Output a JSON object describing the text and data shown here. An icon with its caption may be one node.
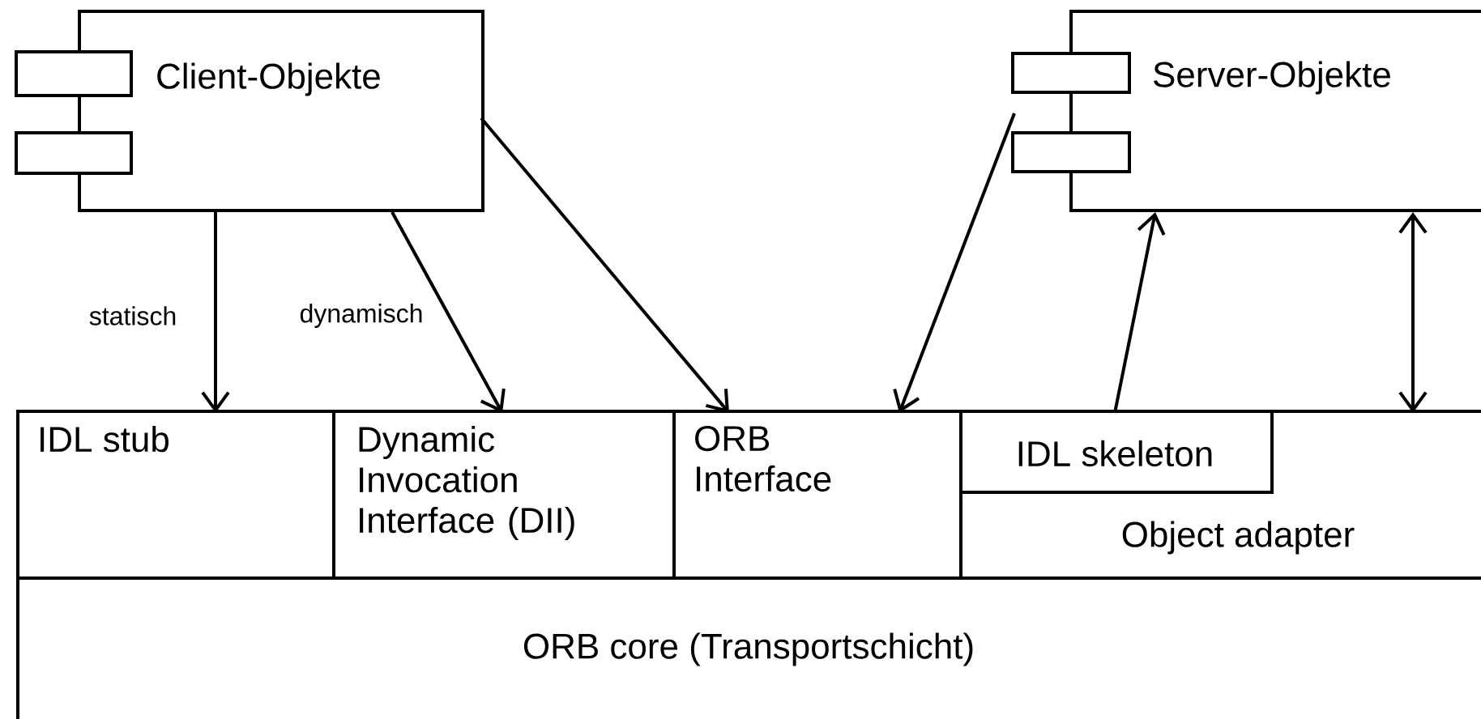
{
  "diagram": {
    "nodes": [
      {
        "text": [
          "Client-Objekte"
        ]
      },
      {
        "text": [
          "Server-Objekte"
        ]
      },
      {
        "text": [
          "IDL stub"
        ]
      },
      {
        "text": [
          "Dynamic Invocation Interface (DII)"
        ]
      },
      {
        "text": [
          "ORB Interface"
        ]
      },
      {
        "text": [
          "Object adapter"
        ]
      },
      {
        "text": [
          "IDL skeleton"
        ],
        "in": 5
      },
      {
        "text": [
          "ORB core (Transportschicht)"
        ]
      }
    ],
    "edges": [
      {
        "from": 0,
        "to": 2,
        "arrow": "to",
        "label": "statisch"
      },
      {
        "from": 0,
        "to": 3,
        "arrow": "to",
        "label": "dynamisch"
      },
      {
        "from": 0,
        "to": 4,
        "arrow": "to"
      },
      {
        "from": 1,
        "to": 4,
        "arrow": "to"
      },
      {
        "from": 6,
        "to": 1,
        "arrow": "to"
      },
      {
        "from": 5,
        "to": 1,
        "arrow": "both"
      }
    ]
  }
}
